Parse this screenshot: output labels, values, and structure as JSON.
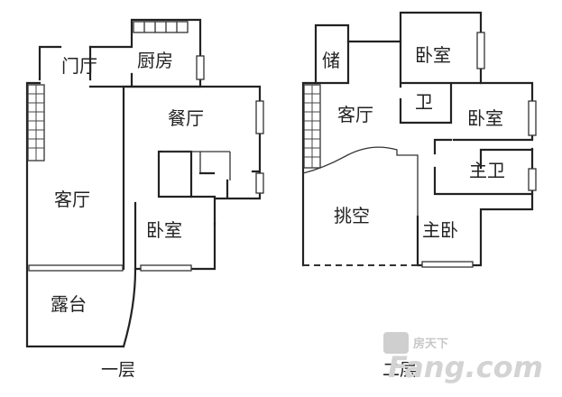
{
  "floor1": {
    "rooms": {
      "entrance": "门厅",
      "kitchen": "厨房",
      "dining": "餐厅",
      "living": "客厅",
      "bedroom": "卧室",
      "terrace": "露台"
    },
    "caption": "一层"
  },
  "floor2": {
    "rooms": {
      "storage": "储",
      "bedroom_top": "卧室",
      "living": "客厅",
      "bath": "卫",
      "bedroom_right": "卧室",
      "master_bath": "主卫",
      "open_void": "挑空",
      "master_bedroom": "主卧"
    },
    "caption": "二层"
  },
  "watermark": {
    "brand_cn": "房天下",
    "brand_en": "Fang.com"
  }
}
